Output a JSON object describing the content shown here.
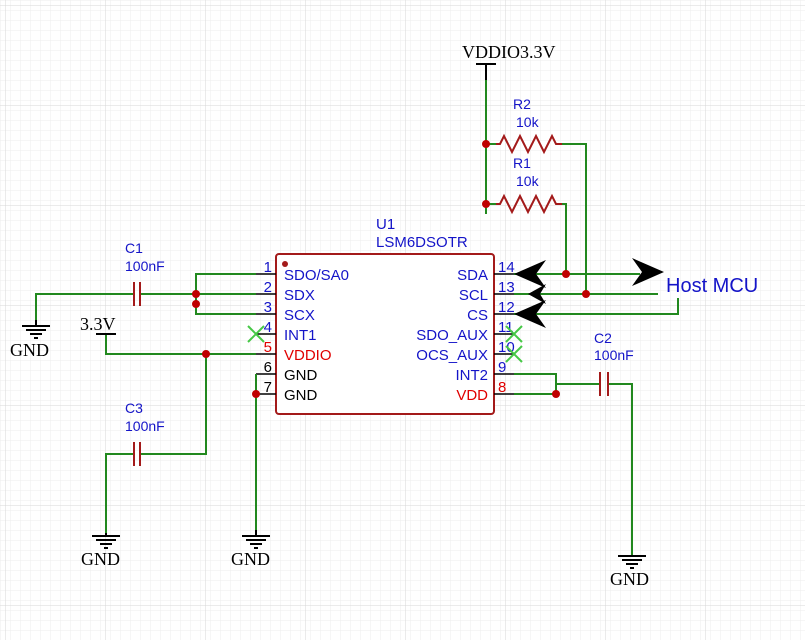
{
  "colors": {
    "wire": "#22891f",
    "component": "#a31a1a",
    "pin_text": "#1414c8",
    "power_pin_text": "#e00000",
    "junction": "#c00000",
    "no_connect": "#46c846",
    "grid_minor": "#eeeeee",
    "grid_major": "#d7d7d7"
  },
  "chip": {
    "ref": "U1",
    "part": "LSM6DSOTR",
    "left_pins": [
      {
        "num": "1",
        "name": "SDO/SA0",
        "kind": "signal"
      },
      {
        "num": "2",
        "name": "SDX",
        "kind": "signal"
      },
      {
        "num": "3",
        "name": "SCX",
        "kind": "signal"
      },
      {
        "num": "4",
        "name": "INT1",
        "kind": "signal"
      },
      {
        "num": "5",
        "name": "VDDIO",
        "kind": "power"
      },
      {
        "num": "6",
        "name": "GND",
        "kind": "ground"
      },
      {
        "num": "7",
        "name": "GND",
        "kind": "ground"
      }
    ],
    "right_pins": [
      {
        "num": "14",
        "name": "SDA",
        "kind": "signal"
      },
      {
        "num": "13",
        "name": "SCL",
        "kind": "signal"
      },
      {
        "num": "12",
        "name": "CS",
        "kind": "signal"
      },
      {
        "num": "11",
        "name": "SDO_AUX",
        "kind": "signal"
      },
      {
        "num": "10",
        "name": "OCS_AUX",
        "kind": "signal"
      },
      {
        "num": "9",
        "name": "INT2",
        "kind": "signal"
      },
      {
        "num": "8",
        "name": "VDD",
        "kind": "power"
      }
    ]
  },
  "resistors": [
    {
      "ref": "R2",
      "value": "10k"
    },
    {
      "ref": "R1",
      "value": "10k"
    }
  ],
  "capacitors": [
    {
      "ref": "C1",
      "value": "100nF"
    },
    {
      "ref": "C2",
      "value": "100nF"
    },
    {
      "ref": "C3",
      "value": "100nF"
    }
  ],
  "power_labels": {
    "vddio": "VDDIO3.3V",
    "v33": "3.3V",
    "gnd": "GND"
  },
  "host_label": "Host MCU"
}
